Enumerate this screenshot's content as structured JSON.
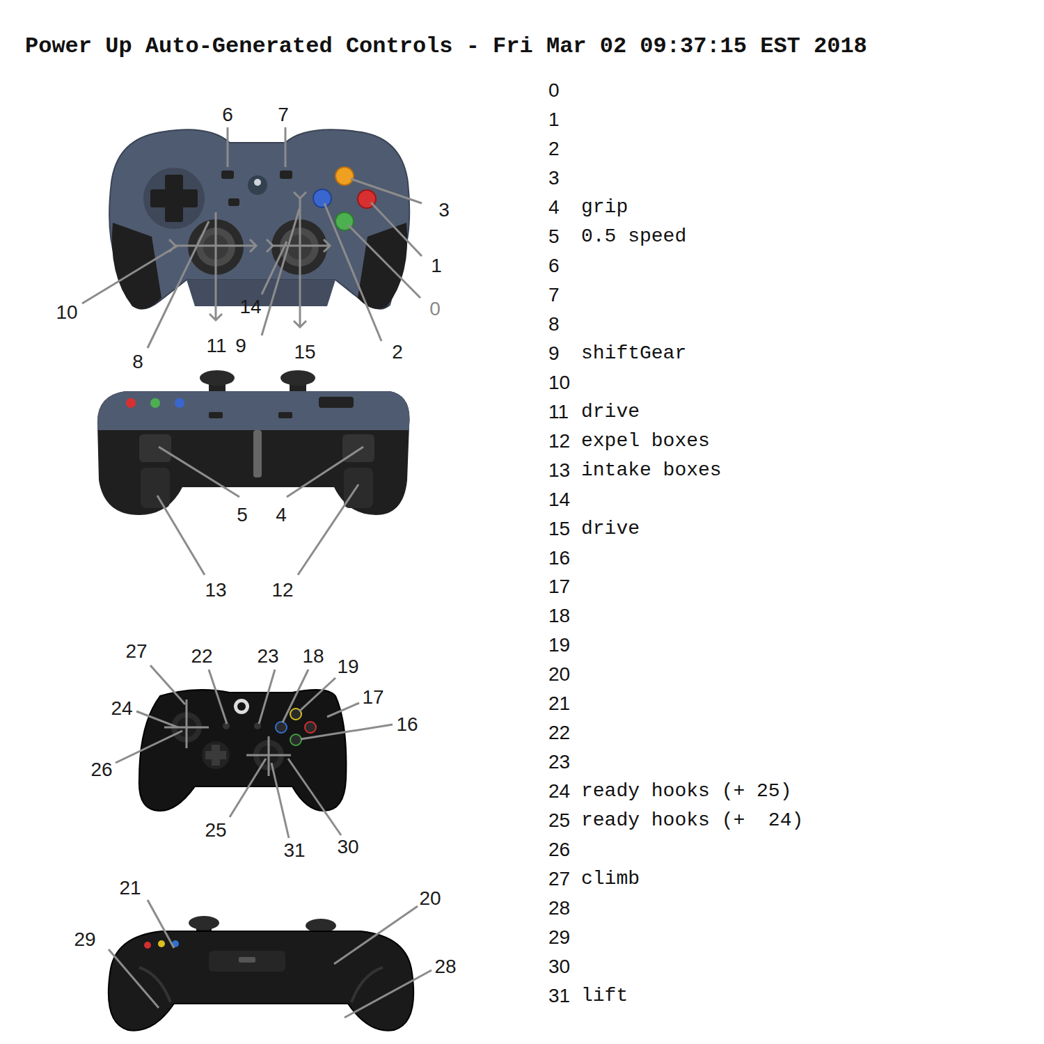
{
  "diagram": {
    "title": "Power Up Auto-Generated Controls - Fri Mar 02 09:37:15 EST 2018",
    "labels": [
      "6",
      "7",
      "3",
      "1",
      "0",
      "10",
      "14",
      "8",
      "11",
      "9",
      "15",
      "2",
      "5",
      "4",
      "13",
      "12",
      "27",
      "22",
      "23",
      "18",
      "19",
      "17",
      "24",
      "16",
      "26",
      "25",
      "31",
      "30",
      "21",
      "20",
      "29",
      "28",
      "0",
      "1",
      "2",
      "3",
      "4",
      "grip",
      "5",
      "0.5 speed",
      "6",
      "7",
      "8",
      "9",
      "shiftGear",
      "10",
      "11",
      "drive",
      "12",
      "expel boxes",
      "13",
      "intake boxes",
      "14",
      "15",
      "drive",
      "16",
      "17",
      "18",
      "19",
      "20",
      "21",
      "22",
      "23",
      "24",
      "ready hooks (+ 25)",
      "25",
      "ready hooks (+  24)",
      "26",
      "27",
      "climb",
      "28",
      "29",
      "30",
      "31",
      "lift"
    ]
  }
}
